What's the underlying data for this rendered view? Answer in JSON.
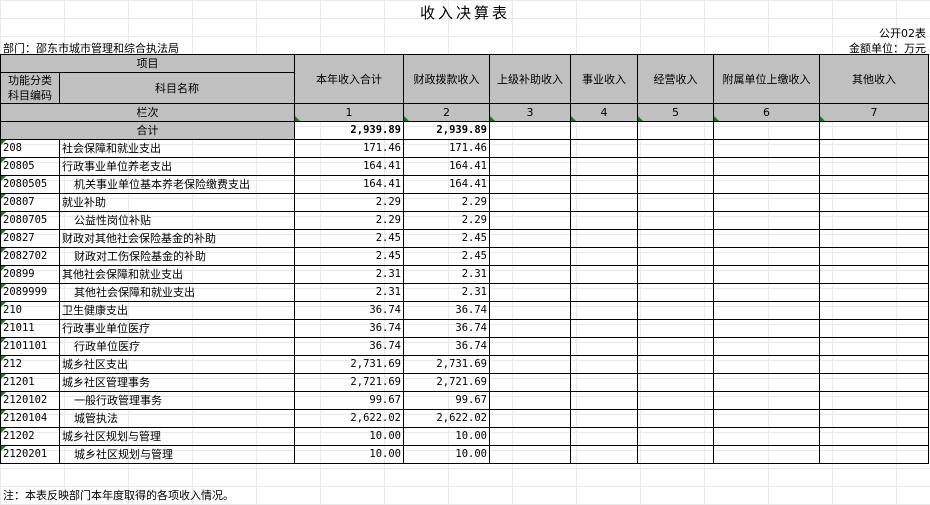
{
  "title": "收入决算表",
  "form_code": "公开02表",
  "department": "部门：邵东市城市管理和综合执法局",
  "unit": "金额单位：万元",
  "headers": {
    "item": "项目",
    "code": "功能分类科目编码",
    "name": "科目名称",
    "col1": "本年收入合计",
    "col2": "财政拨款收入",
    "col3": "上级补助收入",
    "col4": "事业收入",
    "col5": "经营收入",
    "col6": "附属单位上缴收入",
    "col7": "其他收入",
    "lanci": "栏次",
    "n1": "1",
    "n2": "2",
    "n3": "3",
    "n4": "4",
    "n5": "5",
    "n6": "6",
    "n7": "7"
  },
  "total": {
    "label": "合计",
    "v1": "2,939.89",
    "v2": "2,939.89"
  },
  "rows": [
    {
      "code": "208",
      "name": "社会保障和就业支出",
      "v1": "171.46",
      "v2": "171.46"
    },
    {
      "code": "20805",
      "name": "行政事业单位养老支出",
      "v1": "164.41",
      "v2": "164.41"
    },
    {
      "code": "2080505",
      "name": "机关事业单位基本养老保险缴费支出",
      "v1": "164.41",
      "v2": "164.41"
    },
    {
      "code": "20807",
      "name": "就业补助",
      "v1": "2.29",
      "v2": "2.29"
    },
    {
      "code": "2080705",
      "name": "公益性岗位补贴",
      "v1": "2.29",
      "v2": "2.29"
    },
    {
      "code": "20827",
      "name": "财政对其他社会保险基金的补助",
      "v1": "2.45",
      "v2": "2.45"
    },
    {
      "code": "2082702",
      "name": "财政对工伤保险基金的补助",
      "v1": "2.45",
      "v2": "2.45"
    },
    {
      "code": "20899",
      "name": "其他社会保障和就业支出",
      "v1": "2.31",
      "v2": "2.31"
    },
    {
      "code": "2089999",
      "name": "其他社会保障和就业支出",
      "v1": "2.31",
      "v2": "2.31"
    },
    {
      "code": "210",
      "name": "卫生健康支出",
      "v1": "36.74",
      "v2": "36.74"
    },
    {
      "code": "21011",
      "name": "行政事业单位医疗",
      "v1": "36.74",
      "v2": "36.74"
    },
    {
      "code": "2101101",
      "name": "行政单位医疗",
      "v1": "36.74",
      "v2": "36.74"
    },
    {
      "code": "212",
      "name": "城乡社区支出",
      "v1": "2,731.69",
      "v2": "2,731.69"
    },
    {
      "code": "21201",
      "name": "城乡社区管理事务",
      "v1": "2,721.69",
      "v2": "2,721.69"
    },
    {
      "code": "2120102",
      "name": "一般行政管理事务",
      "v1": "99.67",
      "v2": "99.67"
    },
    {
      "code": "2120104",
      "name": "城管执法",
      "v1": "2,622.02",
      "v2": "2,622.02"
    },
    {
      "code": "21202",
      "name": "城乡社区规划与管理",
      "v1": "10.00",
      "v2": "10.00"
    },
    {
      "code": "2120201",
      "name": "城乡社区规划与管理",
      "v1": "10.00",
      "v2": "10.00"
    }
  ],
  "note": "注：本表反映部门本年度取得的各项收入情况。"
}
